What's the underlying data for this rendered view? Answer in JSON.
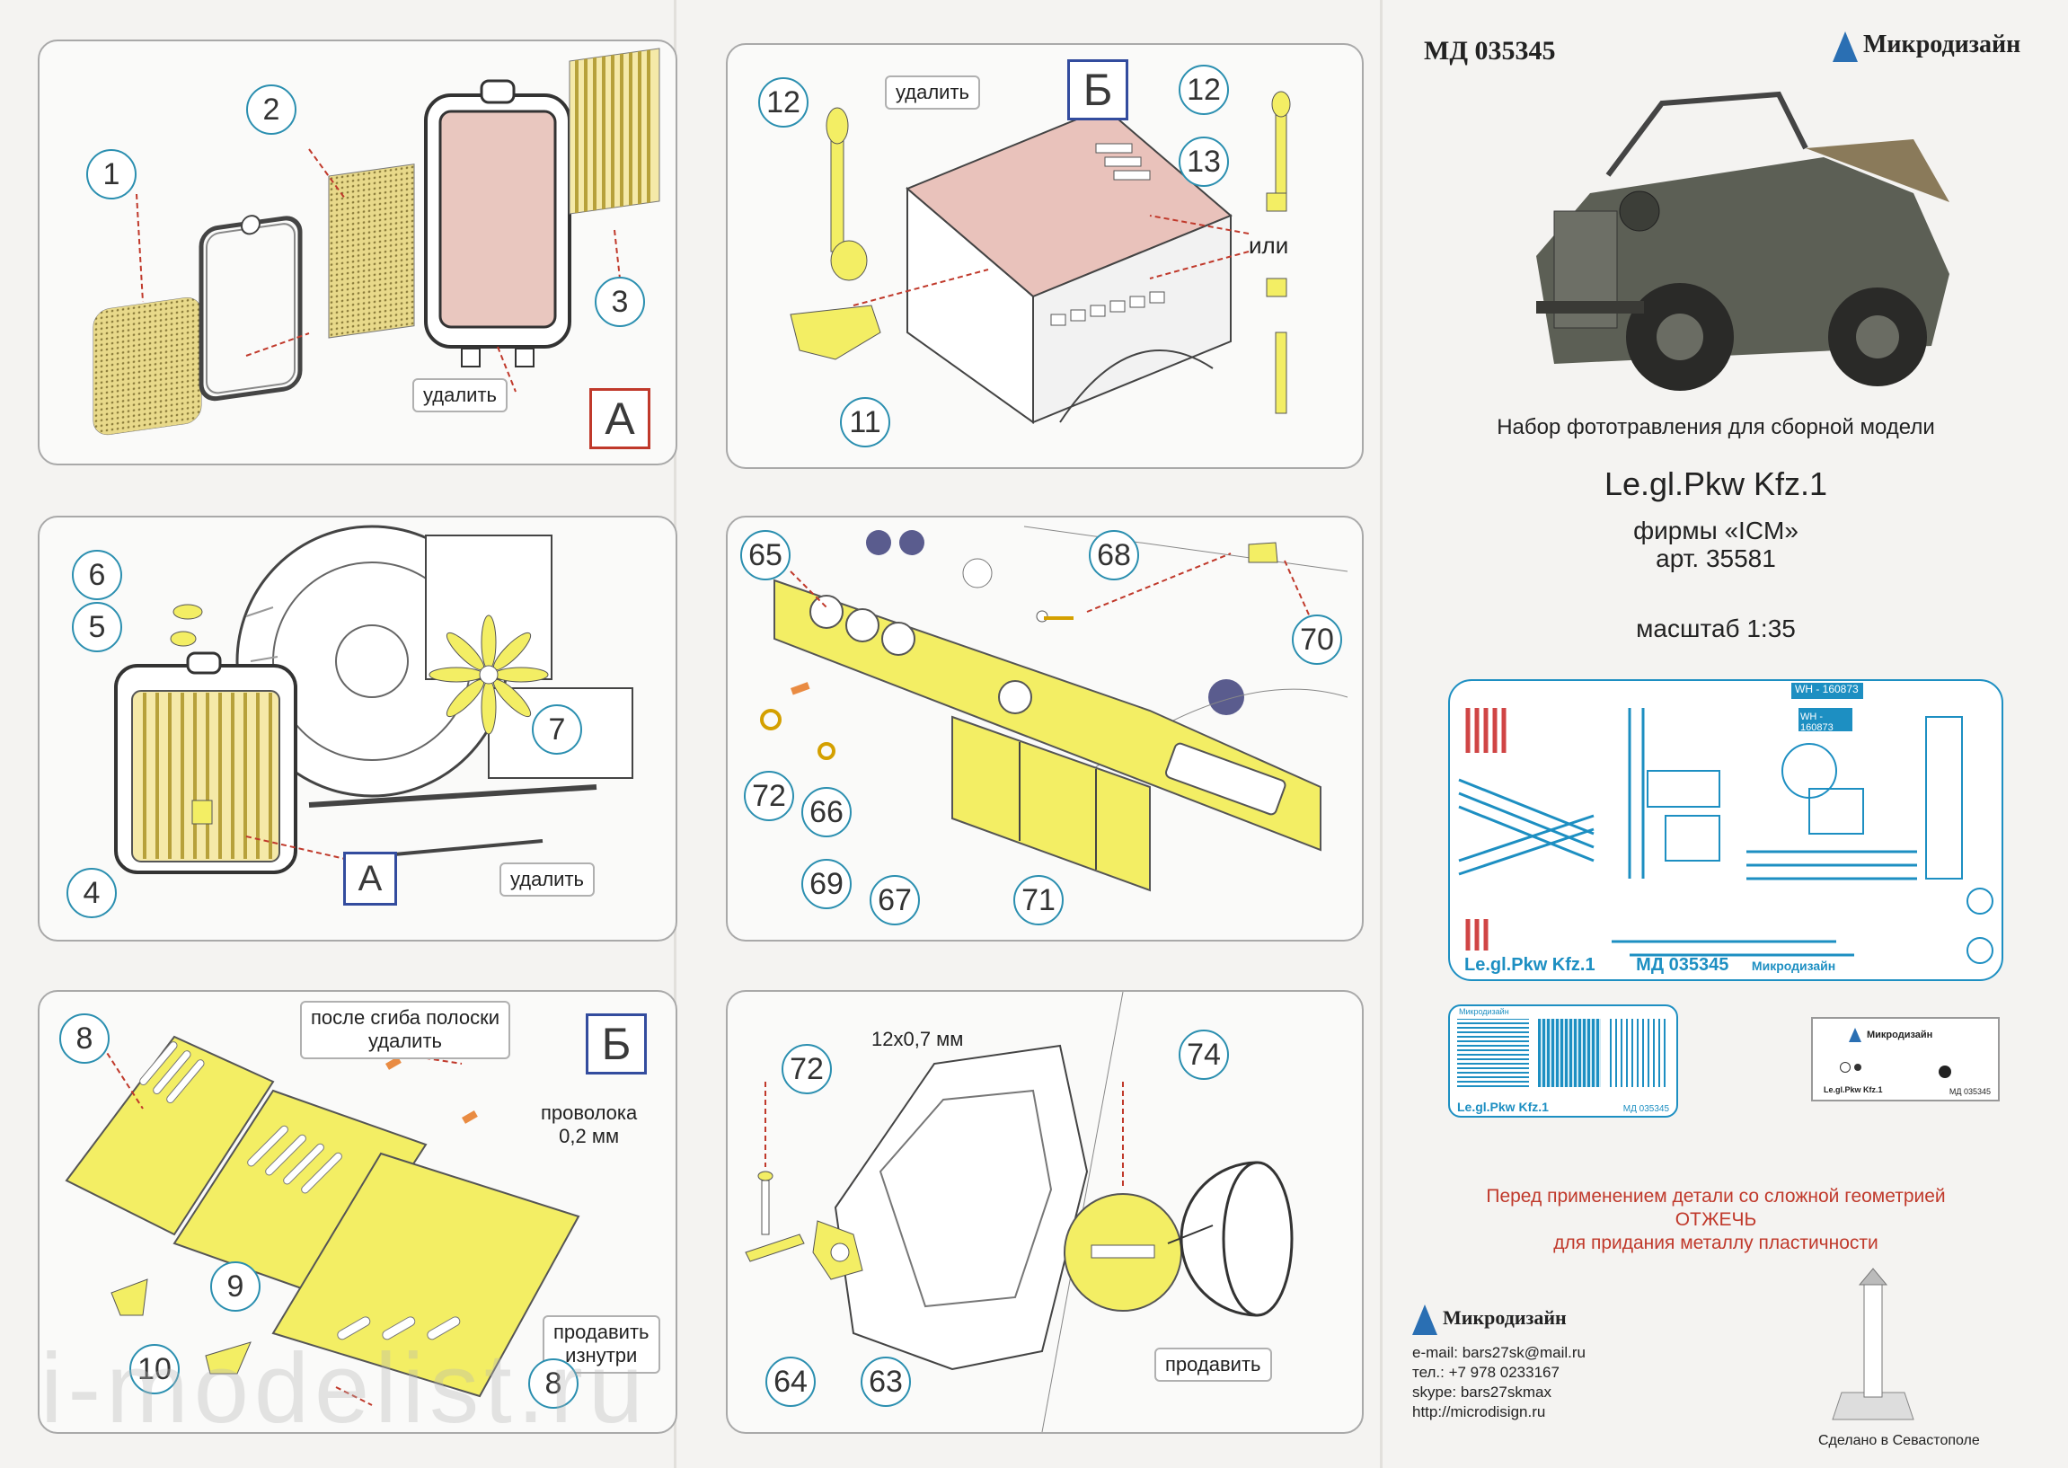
{
  "header": {
    "code": "МД 035345",
    "brand": "Микродизайн"
  },
  "intro": {
    "subtitle": "Набор фототравления для сборной модели",
    "model": "Le.gl.Pkw Kfz.1",
    "maker": "фирмы «ICM»",
    "art": "арт. 35581",
    "scale": "масштаб 1:35"
  },
  "fret_main": {
    "label": "Le.gl.Pkw Kfz.1",
    "code": "МД 035345",
    "brand": "Микродизайн",
    "plate": "WH - 160873",
    "plate2": "WH - 160873"
  },
  "fret_small": {
    "label": "Le.gl.Pkw Kfz.1",
    "code": "МД 035345",
    "brand": "Микродизайн"
  },
  "fret_decal": {
    "label": "Le.gl.Pkw Kfz.1",
    "code": "МД 035345",
    "brand": "Микродизайн"
  },
  "warning": {
    "line1": "Перед применением детали со сложной геометрией",
    "line2": "ОТЖЕЧЬ",
    "line3": "для придания металлу пластичности"
  },
  "contacts": {
    "brand": "Микродизайн",
    "email": "e-mail: bars27sk@mail.ru",
    "phone": "тел.: +7 978 0233167",
    "skype": "skype: bars27skmax",
    "web": "http://microdisign.ru"
  },
  "made": "Сделано в Севастополе",
  "watermark": "i-modelist.ru",
  "panels": {
    "p1": {
      "letter": "A",
      "remove": "удалить",
      "calls": [
        "1",
        "2",
        "3"
      ]
    },
    "p2": {
      "letter": "Б",
      "remove": "удалить",
      "or": "или",
      "calls": [
        "12",
        "12",
        "13",
        "11"
      ]
    },
    "p3": {
      "letter": "A",
      "remove": "удалить",
      "calls": [
        "6",
        "5",
        "7",
        "4"
      ]
    },
    "p4": {
      "calls": [
        "65",
        "68",
        "70",
        "72",
        "66",
        "69",
        "67",
        "71"
      ]
    },
    "p5": {
      "letter": "Б",
      "note1": "после сгиба полоски\nудалить",
      "wire": "проволока\n0,2 мм",
      "solder": "продавить\nизнутри",
      "calls": [
        "8",
        "9",
        "10",
        "8"
      ]
    },
    "p6": {
      "dim": "12х0,7 мм",
      "solder": "продавить",
      "calls": [
        "72",
        "74",
        "64",
        "63"
      ]
    }
  }
}
